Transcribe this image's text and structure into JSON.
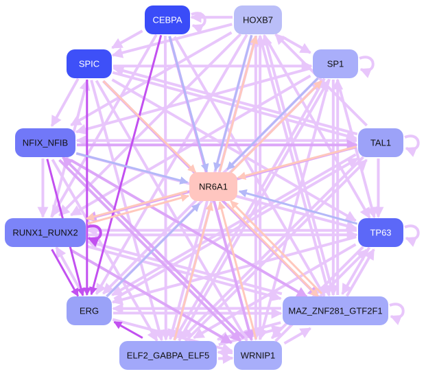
{
  "title": "Transcription factor regulatory network",
  "colors": {
    "edge_light": "#e8c6fb",
    "edge_mid": "#dca6f8",
    "edge_strong": "#c250f0",
    "edge_blue": "#b4b8f8",
    "edge_peach": "#ffc8bc",
    "self_loop": "#e8c6fb"
  },
  "nodes": [
    {
      "id": "CEBPA",
      "label": "CEBPA",
      "fill": "#3a4cf8",
      "text": "#ffffff"
    },
    {
      "id": "HOXB7",
      "label": "HOXB7",
      "fill": "#babef8",
      "text": "#111111"
    },
    {
      "id": "SPIC",
      "label": "SPIC",
      "fill": "#3e50f8",
      "text": "#ffffff"
    },
    {
      "id": "SP1",
      "label": "SP1",
      "fill": "#a9aefa",
      "text": "#111111"
    },
    {
      "id": "NFIX_NFIB",
      "label": "NFIX_NFIB",
      "fill": "#7178f8",
      "text": "#111111"
    },
    {
      "id": "TAL1",
      "label": "TAL1",
      "fill": "#9ca2f8",
      "text": "#111111"
    },
    {
      "id": "NR6A1",
      "label": "NR6A1",
      "fill": "#ffc6c0",
      "text": "#111111"
    },
    {
      "id": "RUNX1_RUNX2",
      "label": "RUNX1_RUNX2",
      "fill": "#7c84f8",
      "text": "#111111"
    },
    {
      "id": "TP63",
      "label": "TP63",
      "fill": "#5c68f8",
      "text": "#ffffff"
    },
    {
      "id": "ERG",
      "label": "ERG",
      "fill": "#9aa2f8",
      "text": "#111111"
    },
    {
      "id": "MAZ_ZNF281_GTF2F1",
      "label": "MAZ_ZNF281_GTF2F1",
      "fill": "#a4aafa",
      "text": "#111111"
    },
    {
      "id": "ELF2_GABPA_ELF5",
      "label": "ELF2_GABPA_ELF5",
      "fill": "#a2a8fa",
      "text": "#111111"
    },
    {
      "id": "WRNIP1",
      "label": "WRNIP1",
      "fill": "#a8aefa",
      "text": "#111111"
    }
  ],
  "edges": [
    {
      "from": "HOXB7",
      "to": "CEBPA",
      "style": "light"
    },
    {
      "from": "HOXB7",
      "to": "SP1",
      "style": "light"
    },
    {
      "from": "HOXB7",
      "to": "SPIC",
      "style": "light"
    },
    {
      "from": "HOXB7",
      "to": "NR6A1",
      "style": "blue"
    },
    {
      "from": "HOXB7",
      "to": "ERG",
      "style": "light"
    },
    {
      "from": "HOXB7",
      "to": "ELF2_GABPA_ELF5",
      "style": "light"
    },
    {
      "from": "HOXB7",
      "to": "WRNIP1",
      "style": "light"
    },
    {
      "from": "HOXB7",
      "to": "MAZ_ZNF281_GTF2F1",
      "style": "light"
    },
    {
      "from": "HOXB7",
      "to": "RUNX1_RUNX2",
      "style": "light"
    },
    {
      "from": "HOXB7",
      "to": "NFIX_NFIB",
      "style": "light"
    },
    {
      "from": "HOXB7",
      "to": "TP63",
      "style": "light"
    },
    {
      "from": "CEBPA",
      "to": "ERG",
      "style": "strong"
    },
    {
      "from": "CEBPA",
      "to": "NR6A1",
      "style": "blue"
    },
    {
      "from": "CEBPA",
      "to": "WRNIP1",
      "style": "mid"
    },
    {
      "from": "CEBPA",
      "to": "ELF2_GABPA_ELF5",
      "style": "light"
    },
    {
      "from": "CEBPA",
      "to": "RUNX1_RUNX2",
      "style": "light"
    },
    {
      "from": "CEBPA",
      "to": "SPIC",
      "style": "light"
    },
    {
      "from": "CEBPA",
      "to": "MAZ_ZNF281_GTF2F1",
      "style": "light"
    },
    {
      "from": "SPIC",
      "to": "ERG",
      "style": "strong"
    },
    {
      "from": "SPIC",
      "to": "NR6A1",
      "style": "peach"
    },
    {
      "from": "SPIC",
      "to": "NFIX_NFIB",
      "style": "light"
    },
    {
      "from": "SPIC",
      "to": "SP1",
      "style": "light"
    },
    {
      "from": "SPIC",
      "to": "TAL1",
      "style": "light"
    },
    {
      "from": "SPIC",
      "to": "WRNIP1",
      "style": "light"
    },
    {
      "from": "SPIC",
      "to": "MAZ_ZNF281_GTF2F1",
      "style": "mid"
    },
    {
      "from": "SPIC",
      "to": "ELF2_GABPA_ELF5",
      "style": "light"
    },
    {
      "from": "SPIC",
      "to": "TP63",
      "style": "light"
    },
    {
      "from": "SP1",
      "to": "NR6A1",
      "style": "blue"
    },
    {
      "from": "SP1",
      "to": "ERG",
      "style": "light"
    },
    {
      "from": "SP1",
      "to": "ELF2_GABPA_ELF5",
      "style": "light"
    },
    {
      "from": "SP1",
      "to": "NFIX_NFIB",
      "style": "light"
    },
    {
      "from": "SP1",
      "to": "RUNX1_RUNX2",
      "style": "light"
    },
    {
      "from": "SP1",
      "to": "MAZ_ZNF281_GTF2F1",
      "style": "light"
    },
    {
      "from": "SP1",
      "to": "TP63",
      "style": "light"
    },
    {
      "from": "SP1",
      "to": "WRNIP1",
      "style": "light"
    },
    {
      "from": "NFIX_NFIB",
      "to": "RUNX1_RUNX2",
      "style": "light"
    },
    {
      "from": "NFIX_NFIB",
      "to": "NR6A1",
      "style": "blue"
    },
    {
      "from": "NFIX_NFIB",
      "to": "TAL1",
      "style": "mid"
    },
    {
      "from": "NFIX_NFIB",
      "to": "WRNIP1",
      "style": "mid"
    },
    {
      "from": "NFIX_NFIB",
      "to": "MAZ_ZNF281_GTF2F1",
      "style": "mid"
    },
    {
      "from": "NFIX_NFIB",
      "to": "ELF2_GABPA_ELF5",
      "style": "light"
    },
    {
      "from": "NFIX_NFIB",
      "to": "TP63",
      "style": "light"
    },
    {
      "from": "NFIX_NFIB",
      "to": "ERG",
      "style": "strong"
    },
    {
      "from": "TAL1",
      "to": "TP63",
      "style": "light"
    },
    {
      "from": "TAL1",
      "to": "NR6A1",
      "style": "peach"
    },
    {
      "from": "TAL1",
      "to": "NFIX_NFIB",
      "style": "light"
    },
    {
      "from": "TAL1",
      "to": "RUNX1_RUNX2",
      "style": "mid"
    },
    {
      "from": "TAL1",
      "to": "ERG",
      "style": "light"
    },
    {
      "from": "TAL1",
      "to": "ELF2_GABPA_ELF5",
      "style": "light"
    },
    {
      "from": "TAL1",
      "to": "SPIC",
      "style": "light"
    },
    {
      "from": "TAL1",
      "to": "HOXB7",
      "style": "light"
    },
    {
      "from": "TP63",
      "to": "NR6A1",
      "style": "blue"
    },
    {
      "from": "TP63",
      "to": "ELF2_GABPA_ELF5",
      "style": "light"
    },
    {
      "from": "TP63",
      "to": "ERG",
      "style": "light"
    },
    {
      "from": "TP63",
      "to": "RUNX1_RUNX2",
      "style": "light"
    },
    {
      "from": "TP63",
      "to": "WRNIP1",
      "style": "light"
    },
    {
      "from": "TP63",
      "to": "MAZ_ZNF281_GTF2F1",
      "style": "light"
    },
    {
      "from": "RUNX1_RUNX2",
      "to": "ERG",
      "style": "strong"
    },
    {
      "from": "RUNX1_RUNX2",
      "to": "NR6A1",
      "style": "peach"
    },
    {
      "from": "RUNX1_RUNX2",
      "to": "WRNIP1",
      "style": "mid"
    },
    {
      "from": "RUNX1_RUNX2",
      "to": "MAZ_ZNF281_GTF2F1",
      "style": "light"
    },
    {
      "from": "RUNX1_RUNX2",
      "to": "TP63",
      "style": "light"
    },
    {
      "from": "RUNX1_RUNX2",
      "to": "SPIC",
      "style": "light"
    },
    {
      "from": "ERG",
      "to": "NR6A1",
      "style": "blue"
    },
    {
      "from": "ERG",
      "to": "RUNX1_RUNX2",
      "style": "light"
    },
    {
      "from": "ERG",
      "to": "WRNIP1",
      "style": "light"
    },
    {
      "from": "ERG",
      "to": "MAZ_ZNF281_GTF2F1",
      "style": "light"
    },
    {
      "from": "ERG",
      "to": "TAL1",
      "style": "light"
    },
    {
      "from": "ERG",
      "to": "SP1",
      "style": "light"
    },
    {
      "from": "ELF2_GABPA_ELF5",
      "to": "NR6A1",
      "style": "peach"
    },
    {
      "from": "ELF2_GABPA_ELF5",
      "to": "ERG",
      "style": "strong"
    },
    {
      "from": "ELF2_GABPA_ELF5",
      "to": "WRNIP1",
      "style": "light"
    },
    {
      "from": "ELF2_GABPA_ELF5",
      "to": "MAZ_ZNF281_GTF2F1",
      "style": "light"
    },
    {
      "from": "ELF2_GABPA_ELF5",
      "to": "TAL1",
      "style": "light"
    },
    {
      "from": "ELF2_GABPA_ELF5",
      "to": "SP1",
      "style": "light"
    },
    {
      "from": "ELF2_GABPA_ELF5",
      "to": "HOXB7",
      "style": "light"
    },
    {
      "from": "WRNIP1",
      "to": "NR6A1",
      "style": "peach"
    },
    {
      "from": "WRNIP1",
      "to": "ELF2_GABPA_ELF5",
      "style": "light"
    },
    {
      "from": "WRNIP1",
      "to": "MAZ_ZNF281_GTF2F1",
      "style": "light"
    },
    {
      "from": "WRNIP1",
      "to": "HOXB7",
      "style": "light"
    },
    {
      "from": "WRNIP1",
      "to": "NFIX_NFIB",
      "style": "mid"
    },
    {
      "from": "WRNIP1",
      "to": "TP63",
      "style": "light"
    },
    {
      "from": "MAZ_ZNF281_GTF2F1",
      "to": "NR6A1",
      "style": "peach"
    },
    {
      "from": "MAZ_ZNF281_GTF2F1",
      "to": "ERG",
      "style": "light"
    },
    {
      "from": "MAZ_ZNF281_GTF2F1",
      "to": "TP63",
      "style": "light"
    },
    {
      "from": "MAZ_ZNF281_GTF2F1",
      "to": "SP1",
      "style": "light"
    },
    {
      "from": "MAZ_ZNF281_GTF2F1",
      "to": "HOXB7",
      "style": "light"
    },
    {
      "from": "MAZ_ZNF281_GTF2F1",
      "to": "RUNX1_RUNX2",
      "style": "light"
    },
    {
      "from": "MAZ_ZNF281_GTF2F1",
      "to": "ELF2_GABPA_ELF5",
      "style": "light"
    },
    {
      "from": "NR6A1",
      "to": "RUNX1_RUNX2",
      "style": "peach"
    },
    {
      "from": "NR6A1",
      "to": "HOXB7",
      "style": "peach"
    },
    {
      "from": "NR6A1",
      "to": "SP1",
      "style": "peach"
    },
    {
      "from": "NR6A1",
      "to": "MAZ_ZNF281_GTF2F1",
      "style": "peach"
    }
  ],
  "self_loops": [
    "CEBPA",
    "SP1",
    "TAL1",
    "TP63",
    "RUNX1_RUNX2",
    "MAZ_ZNF281_GTF2F1"
  ]
}
